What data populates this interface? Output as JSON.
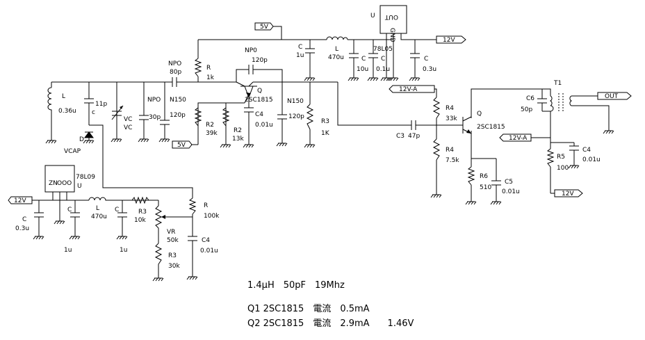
{
  "tags": {
    "v5_top": "5V",
    "v5_bottom": "5V",
    "v12_out_reg": "12V",
    "v12_in_left": "12V",
    "v12a_top": "12V-A",
    "v12a_right": "12V-A",
    "v12_bottom_right": "12V",
    "out": "OUT"
  },
  "labels": {
    "u1": "U",
    "u1_part": "78L05",
    "u2": "U",
    "u2_part": "78L09",
    "c_5v_in": "C",
    "c_5v_in_val": "1u",
    "l_5v": "L",
    "l_5v_val": "470u",
    "c_reg_a": "C",
    "c_reg_a_val": "10u",
    "c_reg_b": "C",
    "c_reg_b_val": "0.1u",
    "c_reg_out": "C",
    "c_reg_out_val": "0.3u",
    "npo_series": "NPO",
    "npo_series_val": "80p",
    "r_top": "R",
    "r_top_val": "1k",
    "np0_fb": "NP0",
    "np0_fb_val": "120p",
    "q1": "Q",
    "q1_part": "2SC1815",
    "l_tank": "L",
    "l_tank_val": "0.36u",
    "c_11p": "11p",
    "c_c": "c",
    "d_vcap": "D",
    "vcap": "VCAP",
    "vc1": "VC",
    "vc2": "VC",
    "npo_30p": "NPO",
    "npo_30p_val": "30p",
    "n150_a": "N150",
    "n150_a_val": "120p",
    "r2_a": "R2",
    "r2_a_val": "39k",
    "r2_b": "R2",
    "r2_b_val": "13k",
    "c4_a": "C4",
    "c4_a_val": "0.01u",
    "n150_b": "N150",
    "n150_b_val": "120p",
    "r3_a": "R3",
    "r3_a_val": "1K",
    "c3": "C3",
    "c3_val": "47p",
    "r4_a": "R4",
    "r4_a_val": "33k",
    "r4_b": "R4",
    "r4_b_val": "7.5k",
    "q2": "Q",
    "q2_part": "2SC1815",
    "r6": "R6",
    "r6_val": "510",
    "c5": "C5",
    "c5_val": "0.01u",
    "t1": "T1",
    "c6": "C6",
    "c6_val": "50p",
    "r5": "R5",
    "r5_val": "100",
    "c4_b": "C4",
    "c4_b_val": "0.01u",
    "c_l_in": "C",
    "c_l_in_val": "0.3u",
    "c_l_mid": "C",
    "c_l_mid_val": "1u",
    "l_l": "L",
    "l_l_val": "470u",
    "c_l_r": "C",
    "c_l_r_val": "1u",
    "r3_b": "R3",
    "r3_b_val": "10k",
    "vr": "VR",
    "vr_val": "50k",
    "r3_c": "R3",
    "r3_c_val": "30k",
    "r_bias": "R",
    "r_bias_val": "100k",
    "c4_c": "C4",
    "c4_c_val": "0.01u"
  },
  "notes": {
    "line1": "1.4μH　50pF　19Mhz",
    "line2": "Q1 2SC1815　電流　0.5mA",
    "line3": "Q2 2SC1815　電流　2.9mA　　1.46V"
  }
}
